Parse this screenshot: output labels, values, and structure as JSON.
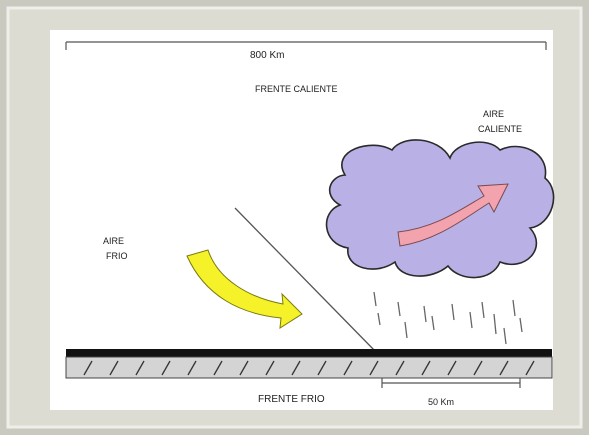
{
  "labels": {
    "scale_top": "800 Km",
    "frente_caliente": "FRENTE CALIENTE",
    "aire_caliente_line1": "AIRE",
    "aire_caliente_line2": "CALIENTE",
    "aire_frio_line1": "AIRE",
    "aire_frio_line2": "FRIO",
    "frente_frio": "FRENTE FRIO",
    "scale_bottom": "50 Km"
  },
  "colors": {
    "frame_outer": "#cfcfc6",
    "frame_mat": "#dcdcd3",
    "cloud_fill": "#b9b1e6",
    "cloud_stroke": "#2a2a2a",
    "warm_arrow": "#f3a3ae",
    "cold_arrow": "#f5f22a",
    "ground_bar": "#111111",
    "ground_band": "#d4d4d4"
  },
  "icons": {
    "cold_air_arrow": "curved-arrow-icon",
    "warm_air_arrow": "curved-arrow-icon",
    "rain": "rain-streaks-icon"
  }
}
